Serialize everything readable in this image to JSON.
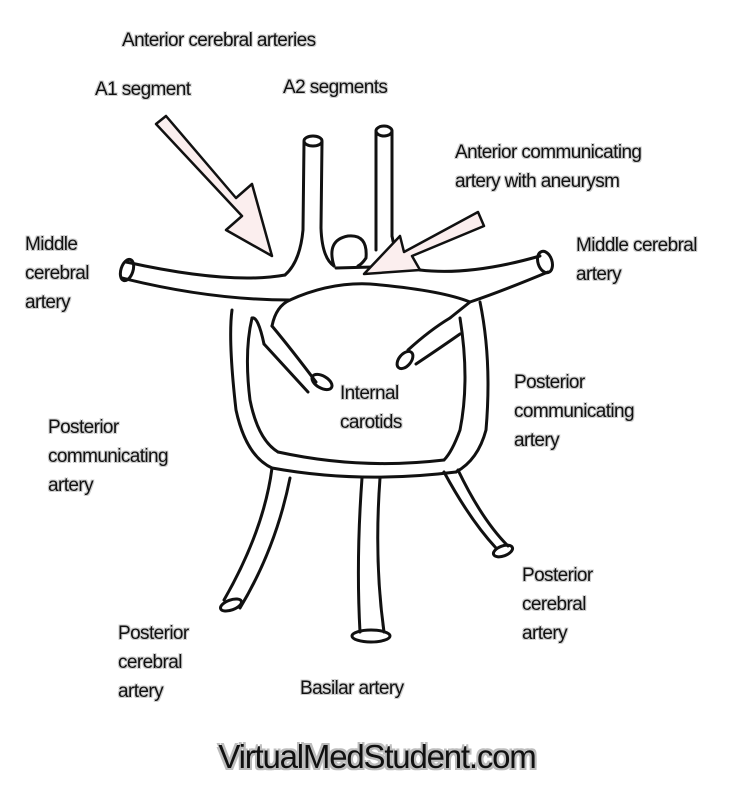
{
  "labels": {
    "anterior_cerebral_arteries": "Anterior cerebral arteries",
    "a1_segment": "A1 segment",
    "a2_segments": "A2 segments",
    "acom": [
      "Anterior communicating",
      "artery with aneurysm"
    ],
    "middle_cerebral_left": [
      "Middle",
      "cerebral",
      "artery"
    ],
    "middle_cerebral_right": [
      "Middle cerebral",
      "artery"
    ],
    "internal_carotids": [
      "Internal",
      "carotids"
    ],
    "pcom_right": [
      "Posterior",
      "communicating",
      "artery"
    ],
    "pcom_left": [
      "Posterior",
      "communicating",
      "artery"
    ],
    "pca_right": [
      "Posterior",
      "cerebral",
      "artery"
    ],
    "pca_left": [
      "Posterior",
      "cerebral",
      "artery"
    ],
    "basilar": "Basilar artery"
  },
  "watermark": "VirtualMedStudent.com",
  "colors": {
    "line": "#111111",
    "arrow_fill": "#fbeeee"
  }
}
